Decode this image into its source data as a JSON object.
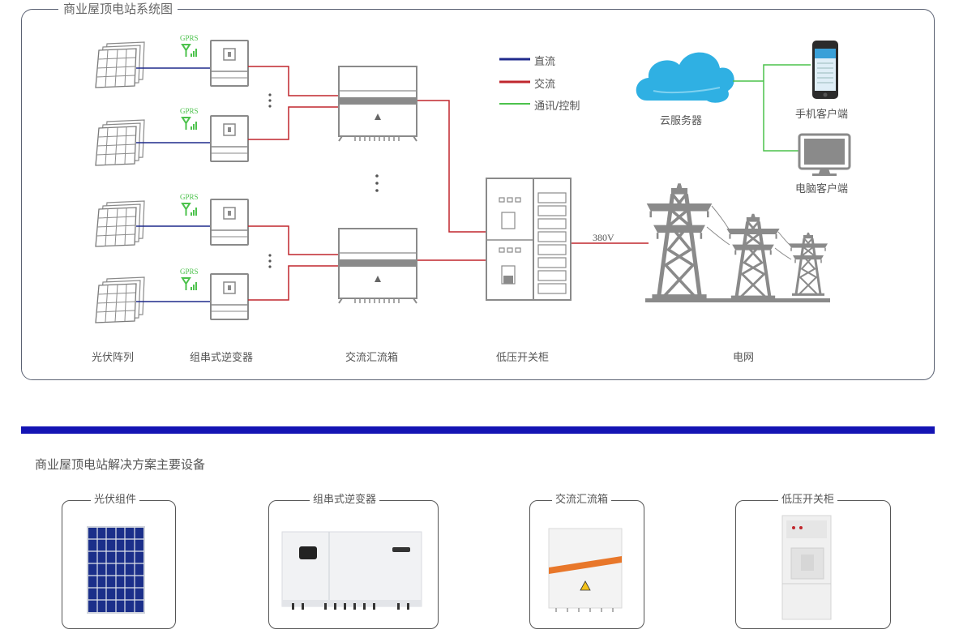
{
  "diagram": {
    "title": "商业屋顶电站系统图",
    "legend": [
      {
        "label": "直流",
        "color": "#1f2a8c"
      },
      {
        "label": "交流",
        "color": "#c0272d"
      },
      {
        "label": "通讯/控制",
        "color": "#4cc24c"
      }
    ],
    "gprs_label": "GPRS",
    "voltage_label": "380V",
    "cloud_label": "云服务器",
    "mobile_label": "手机客户端",
    "pc_label": "电脑客户端",
    "bottom_labels": {
      "pv_array": "光伏阵列",
      "string_inverter": "组串式逆变器",
      "ac_combiner": "交流汇流箱",
      "lv_switchgear": "低压开关柜",
      "grid": "电网"
    },
    "colors": {
      "dc": "#1f2a8c",
      "ac": "#c0272d",
      "comm": "#4cc24c",
      "equipment": "#8a8a8a",
      "cloud": "#2fb0e3"
    }
  },
  "equipment_section": {
    "title": "商业屋顶电站解决方案主要设备",
    "cards": [
      {
        "label": "光伏组件",
        "icon": "solar-panel-photo"
      },
      {
        "label": "组串式逆变器",
        "icon": "inverter-photo"
      },
      {
        "label": "交流汇流箱",
        "icon": "combiner-box-photo"
      },
      {
        "label": "低压开关柜",
        "icon": "switchgear-photo"
      }
    ]
  }
}
